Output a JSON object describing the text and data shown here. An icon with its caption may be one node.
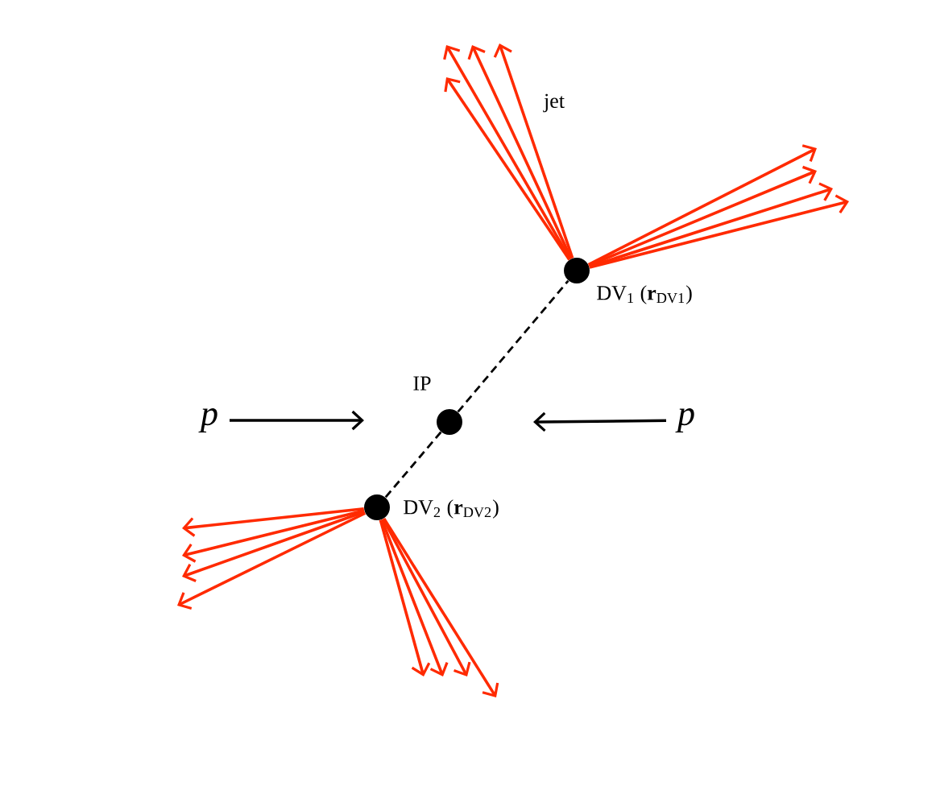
{
  "diagram": {
    "nodes": [
      {
        "text": [],
        "shape": "circle",
        "beside": [
          "DV$_{1}$ (**r**$_{DV1}$)"
        ]
      },
      {
        "text": [],
        "shape": "circle",
        "beside": [
          "IP"
        ]
      },
      {
        "text": [],
        "shape": "circle",
        "beside": [
          "DV$_{2}$ (**r**$_{DV2}$)"
        ]
      },
      {
        "text": [
          "p"
        ]
      },
      {
        "text": [
          "p"
        ]
      }
    ],
    "edges": [
      {
        "from": 1,
        "to": 0,
        "arrow": "none",
        "style": "dashed",
        "color": "#000000"
      },
      {
        "from": 1,
        "to": 2,
        "arrow": "none",
        "style": "dashed",
        "color": "#000000"
      },
      {
        "from": 3,
        "to": null,
        "arrow": "to",
        "color": "#000000"
      },
      {
        "from": 4,
        "to": null,
        "arrow": "to",
        "color": "#000000"
      },
      {
        "from": 0,
        "to": null,
        "arrow": "to",
        "color": "#ff2a00"
      },
      {
        "from": 0,
        "to": null,
        "arrow": "to",
        "color": "#ff2a00"
      },
      {
        "from": 0,
        "to": null,
        "arrow": "to",
        "color": "#ff2a00"
      },
      {
        "from": 0,
        "to": null,
        "arrow": "to",
        "color": "#ff2a00"
      },
      {
        "from": 0,
        "to": null,
        "arrow": "to",
        "color": "#ff2a00"
      },
      {
        "from": 0,
        "to": null,
        "arrow": "to",
        "color": "#ff2a00"
      },
      {
        "from": 0,
        "to": null,
        "arrow": "to",
        "color": "#ff2a00"
      },
      {
        "from": 0,
        "to": null,
        "arrow": "to",
        "color": "#ff2a00"
      },
      {
        "from": 2,
        "to": null,
        "arrow": "to",
        "color": "#ff2a00"
      },
      {
        "from": 2,
        "to": null,
        "arrow": "to",
        "color": "#ff2a00"
      },
      {
        "from": 2,
        "to": null,
        "arrow": "to",
        "color": "#ff2a00"
      },
      {
        "from": 2,
        "to": null,
        "arrow": "to",
        "color": "#ff2a00"
      },
      {
        "from": 2,
        "to": null,
        "arrow": "to",
        "color": "#ff2a00"
      },
      {
        "from": 2,
        "to": null,
        "arrow": "to",
        "color": "#ff2a00"
      },
      {
        "from": 2,
        "to": null,
        "arrow": "to",
        "color": "#ff2a00"
      },
      {
        "from": 2,
        "to": null,
        "arrow": "to",
        "color": "#ff2a00"
      }
    ],
    "labels": [
      "jet"
    ]
  }
}
